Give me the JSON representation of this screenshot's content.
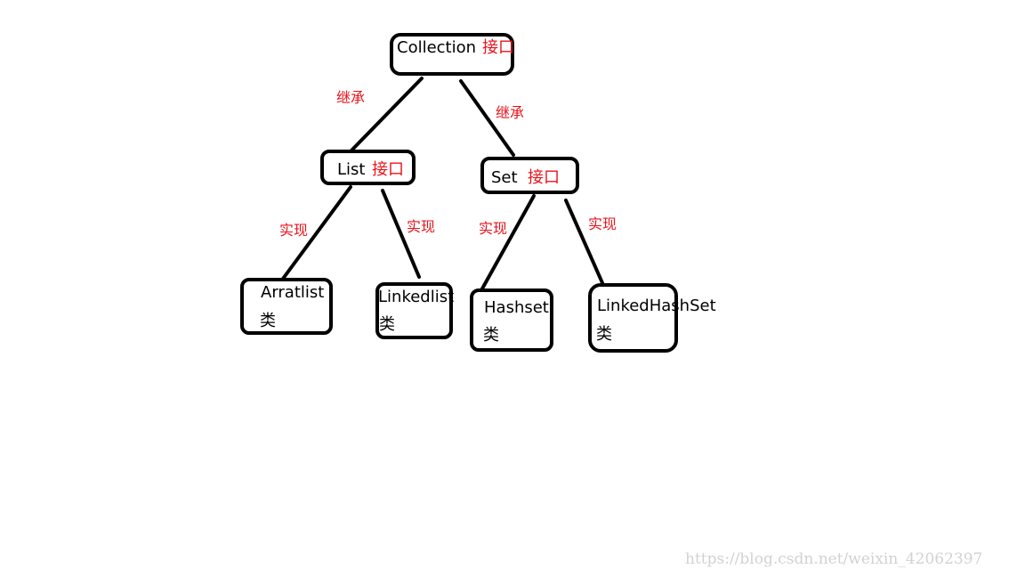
{
  "nodes": {
    "collection": {
      "name": "Collection",
      "tag": "接口"
    },
    "list": {
      "name": "List",
      "tag": "接口"
    },
    "set": {
      "name": "Set",
      "tag": "接口"
    },
    "arratlist": {
      "name": "Arratlist",
      "tag": "类"
    },
    "linkedlist": {
      "name": "Linkedlist",
      "tag": "类"
    },
    "hashset": {
      "name": "Hashset",
      "tag": "类"
    },
    "linkedhashset": {
      "name": "LinkedHashSet",
      "tag": "类"
    }
  },
  "edge_labels": {
    "collection_list": "继承",
    "collection_set": "继承",
    "list_arratlist": "实现",
    "list_linkedlist": "实现",
    "set_hashset": "实现",
    "set_linkedhashset": "实现"
  },
  "colors": {
    "line": "#000000",
    "annotation": "#e8141c",
    "watermark": "#d2d2d2"
  },
  "watermark": "https://blog.csdn.net/weixin_42062397"
}
